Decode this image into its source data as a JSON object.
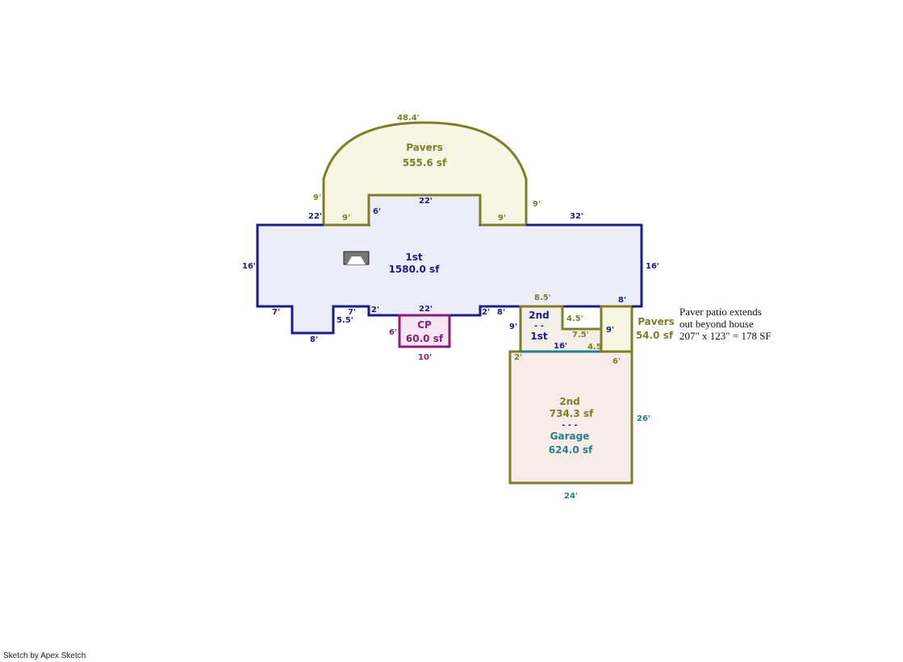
{
  "areas": {
    "first": {
      "name": "1st",
      "area": "1580.0 sf"
    },
    "pavers_arc": {
      "name": "Pavers",
      "area": "555.6 sf"
    },
    "cp": {
      "name": "CP",
      "area": "60.0 sf"
    },
    "pavers_small": {
      "name": "Pavers",
      "area": "54.0 sf"
    },
    "upper_small": {
      "top": "2nd",
      "sep": "- -",
      "bottom": "1st"
    },
    "garage": {
      "upper": "2nd",
      "upper_area": "734.3 sf",
      "sep": "- - -",
      "name": "Garage",
      "area": "624.0 sf"
    }
  },
  "dimensions": {
    "arc": "48.4'",
    "pav_left": "9'",
    "pav_right": "9'",
    "pav_in_left": "9'",
    "pav_in_right": "9'",
    "pav_in_top": "22'",
    "pav_in_side": "6'",
    "top_left": "22'",
    "top_right": "32'",
    "left": "16'",
    "right": "16'",
    "b_7a": "7'",
    "b_8": "8'",
    "b_55": "5.5'",
    "b_7b": "7'",
    "b_2a": "2'",
    "b_22": "22'",
    "b_2b": "2'",
    "b_8b": "8'",
    "cp_side": "6'",
    "cp_bottom": "10'",
    "s_85": "8.5'",
    "s_9": "9'",
    "s_45a": "4.5'",
    "s_75": "7.5'",
    "s_45b": "4.5",
    "s_16": "16'",
    "s_2": "2'",
    "p_8": "8'",
    "p_9": "9'",
    "p_6": "6'",
    "g_26": "26'",
    "g_24": "24'"
  },
  "note": [
    "Paver patio extends",
    "out beyond house",
    "207\" x 123\" = 178 SF"
  ],
  "credit": "Sketch by Apex Sketch",
  "colors": {
    "main": "#1c1c8c",
    "olive": "#7d7d2a",
    "purple": "#8a1c7a",
    "teal": "#2a7f86"
  }
}
